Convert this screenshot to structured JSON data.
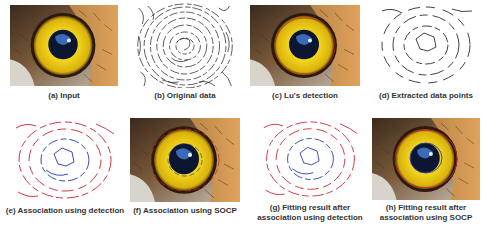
{
  "diagram": {
    "labels": [
      "(a) Input",
      "(b) Original data",
      "(c) Lu's detection",
      "(d) Extracted data points",
      "(e) Association using detection",
      "(f) Association using SOCP",
      "(g) Fitting result after association using detection",
      "(h) Fitting result after association using SOCP"
    ]
  }
}
